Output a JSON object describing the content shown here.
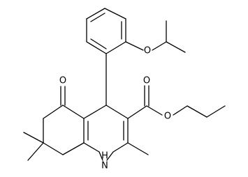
{
  "structure": {
    "atom_labels": {
      "ketone_oxygen": "O",
      "ether_oxygen": "O",
      "ester_carbonyl_oxygen": "O",
      "ester_alkoxy_oxygen": "O",
      "ring_nitrogen": "N",
      "nitrogen_hydrogen": "H"
    }
  },
  "colors": {
    "bond": "#000000",
    "background": "#ffffff"
  }
}
